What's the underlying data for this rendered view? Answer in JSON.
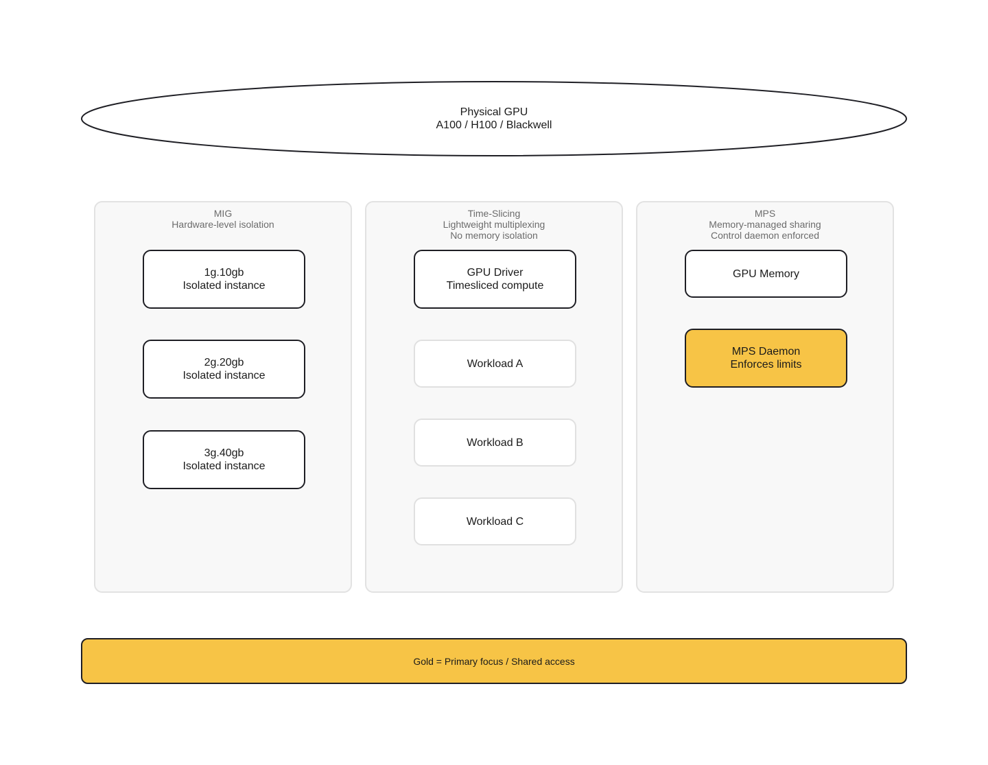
{
  "gpu": {
    "line1": "Physical GPU",
    "line2": "A100 / H100 / Blackwell"
  },
  "panels": [
    {
      "header": [
        "MIG",
        "Hardware-level isolation"
      ],
      "nodes": [
        {
          "lines": [
            "1g.10gb",
            "Isolated instance"
          ]
        },
        {
          "lines": [
            "2g.20gb",
            "Isolated instance"
          ]
        },
        {
          "lines": [
            "3g.40gb",
            "Isolated instance"
          ]
        }
      ]
    },
    {
      "header": [
        "Time-Slicing",
        "Lightweight multiplexing",
        "No memory isolation"
      ],
      "nodes": [
        {
          "lines": [
            "GPU Driver",
            "Timesliced compute"
          ]
        },
        {
          "lines": [
            "Workload A"
          ]
        },
        {
          "lines": [
            "Workload B"
          ]
        },
        {
          "lines": [
            "Workload C"
          ]
        }
      ]
    },
    {
      "header": [
        "MPS",
        "Memory-managed sharing",
        "Control daemon enforced"
      ],
      "nodes": [
        {
          "lines": [
            "GPU Memory"
          ]
        },
        {
          "lines": [
            "MPS Daemon",
            "Enforces limits"
          ]
        }
      ]
    }
  ],
  "legend": {
    "text": "Gold = Primary focus / Shared access"
  },
  "colors": {
    "gold": "#f7c446",
    "stroke": "#1e1e24",
    "panel_bg": "#f8f8f8",
    "panel_border": "#e2e2e2",
    "soft_border": "#e0e0e0"
  }
}
